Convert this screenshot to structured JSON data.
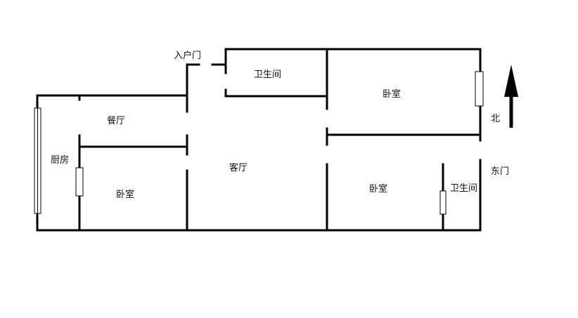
{
  "plan": {
    "labels": {
      "entrance_door": "入户门",
      "bathroom_top": "卫生间",
      "bedroom_northeast": "卧室",
      "dining_room": "餐厅",
      "kitchen": "厨房",
      "living_room": "客厅",
      "bedroom_west": "卧室",
      "bedroom_southeast": "卧室",
      "bathroom_east": "卫生间",
      "north": "北",
      "east_door": "东门"
    },
    "colors": {
      "wall": "#000000",
      "background": "#ffffff"
    }
  }
}
